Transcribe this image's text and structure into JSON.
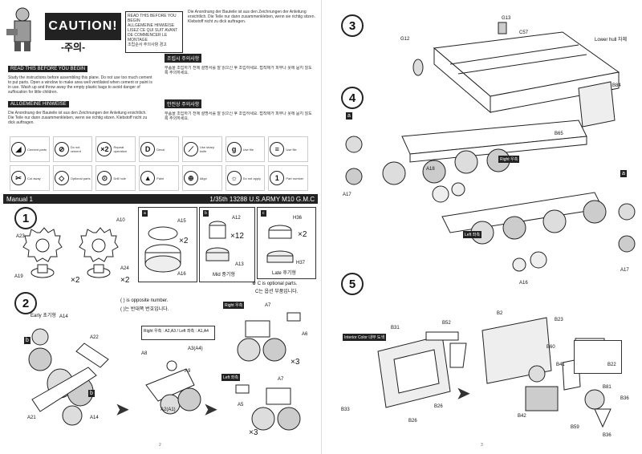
{
  "caution": {
    "badge": "CAUTION!",
    "korean": "-주의-",
    "headings": [
      "READ THIS BEFORE YOU BEGIN",
      "ALLGEMEINE HINWEISE",
      "LISEZ CE QUI SUIT AVANT DE COMMENCER LE MONTAGE",
      "조립순서 주의사항 경고"
    ],
    "read_first_title": "READ THIS BEFORE YOU BEGIN",
    "read_first_text": "Study the instructions before assembling this plane. Do not use too much cement to put parts. Open a window to make area well ventilated when cement or paint is in use. Wash up and throw away the empty plastic bags to avoid danger of suffocation for little children.",
    "allgemeine_title": "ALLGEMEINE HINWEISE",
    "allgemeine_text": "Die Anordnung der Bauteile ist aus den Zeichnungen der Anleitung ersichtlich. Die Teile nur dann zusammenkleben, wenn sie richtig sitzen. Klebstoff nicht zu dick auftragen.",
    "korean_title": "조립시 주의사항",
    "korean_text": "부품을 조립하기 전에 설명서를 잘 읽으신 후 조립하세요. 접착제가 피부나 옷에 묻지 않도록 주의하세요.",
    "korean_title2": "안전상 주의사항"
  },
  "symbols": {
    "row1": [
      "Cement parts",
      "Do not cement",
      "Repeat operation",
      "Decal",
      "Use sharp knife",
      "Use file",
      "Use file"
    ],
    "row2": [
      "Cut away",
      "Optional parts",
      "Drill hole",
      "Paint",
      "Align",
      "Do not apply",
      "Part number"
    ]
  },
  "manual_bar": {
    "left": "Manual 1",
    "right": "1/35th 13288 U.S.ARMY M10 G.M.C"
  },
  "steps_left": {
    "step1": {
      "num": "1",
      "labels": [
        "A10",
        "A23",
        "A19",
        "A24",
        "×2"
      ],
      "box_a": {
        "tag": "a",
        "parts": [
          "A15",
          "A16"
        ],
        "qty": "×2"
      },
      "box_b": {
        "tag": "b",
        "parts": [
          "A12",
          "A13"
        ],
        "qty": "×12",
        "note": "Mid 중기형"
      },
      "box_c": {
        "tag": "c",
        "parts": [
          "H36",
          "H37"
        ],
        "qty": "×2",
        "note": "Late 후기형"
      },
      "optional_note": "※ C is optional parts.",
      "optional_note_kr": "C는 옵션 부품입니다."
    },
    "step2": {
      "num": "2",
      "opposite_note": "( ) is opposite number.",
      "opposite_kr": "( )는 반대쪽 번호입니다.",
      "right_left": "Right 우측 : A2,A3 / Left 좌측 : A1,A4",
      "labels": [
        "Early 초기형",
        "A14",
        "A22",
        "A21",
        "A14",
        "A8",
        "A3(A4)",
        "A9",
        "A2(A1)",
        "A7",
        "A6",
        "A7",
        "A5"
      ],
      "right_tag": "Right 우측",
      "left_tag": "Left 좌측",
      "qty": "×3"
    },
    "page_no": "2"
  },
  "steps_right": {
    "step3": {
      "num": "3",
      "labels": [
        "G13",
        "C57",
        "G12",
        "B84",
        "B65"
      ],
      "hull_note": "Lower hull 차체"
    },
    "step4": {
      "num": "4",
      "labels": [
        "A18",
        "A17",
        "A16",
        "A17"
      ],
      "right_tag": "Right 우측",
      "left_tag": "Left 좌측",
      "sub_tag": "a"
    },
    "step5": {
      "num": "5",
      "interior_tag": "Interior Color 내부 도색",
      "labels": [
        "B2",
        "B23",
        "B31",
        "B52",
        "B33",
        "B26",
        "B26",
        "B60",
        "B41",
        "B22",
        "B42",
        "B81",
        "B36",
        "B59",
        "B36"
      ]
    },
    "page_no": "3"
  },
  "colors": {
    "ink": "#222222",
    "bg": "#ffffff"
  }
}
